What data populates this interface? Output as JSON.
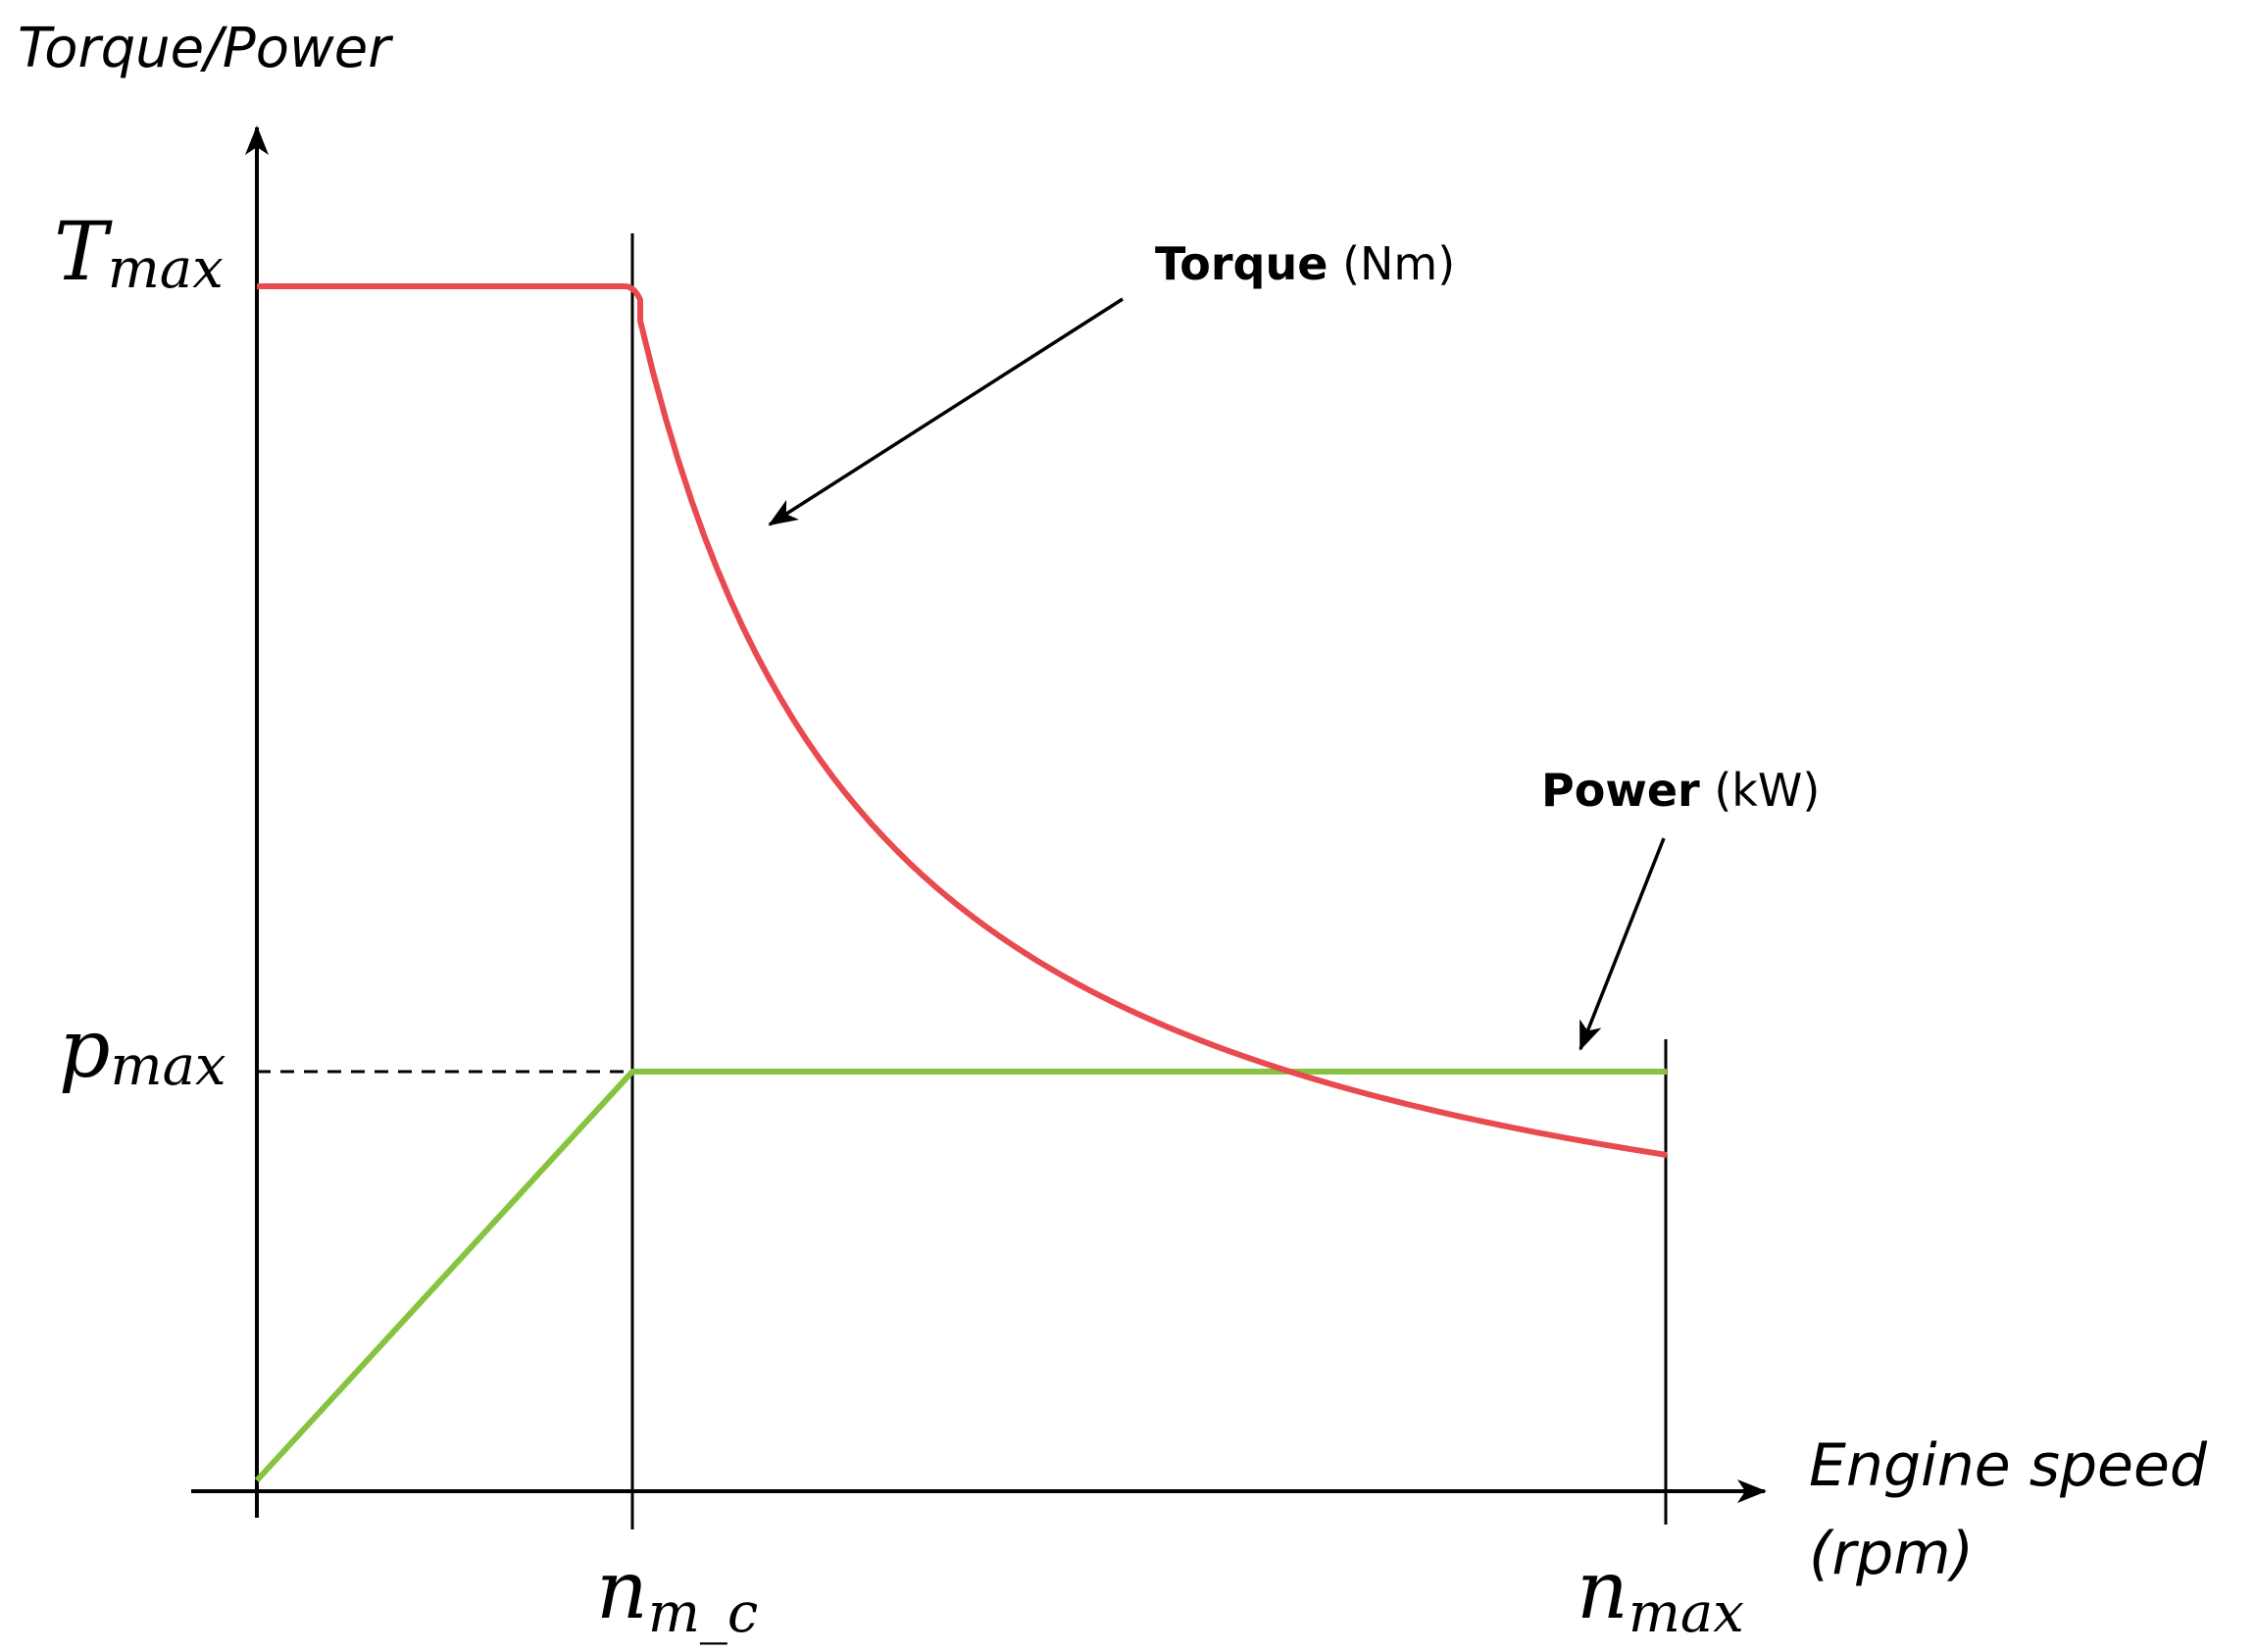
{
  "y_axis_label": "Torque/Power",
  "x_axis_label_line1": "Engine speed",
  "x_axis_label_line2": "(rpm)",
  "labels": {
    "t_max": {
      "base": "T",
      "sub": "max"
    },
    "p_max": {
      "base": "p",
      "sub": "max"
    },
    "n_mc": {
      "base": "n",
      "sub": "m_c"
    },
    "n_max": {
      "base": "n",
      "sub": "max"
    }
  },
  "annotations": {
    "torque": {
      "bold": "Torque",
      "unit": "(Nm)"
    },
    "power": {
      "bold": "Power",
      "unit": "(kW)"
    }
  },
  "colors": {
    "torque": "#e84a4f",
    "power": "#86c440",
    "axis": "#000000"
  }
}
